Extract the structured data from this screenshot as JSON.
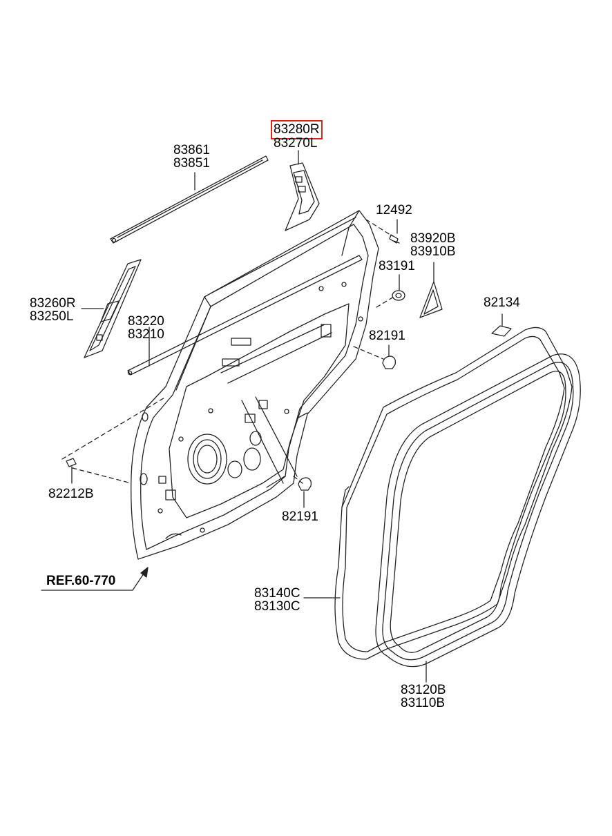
{
  "labels": {
    "p83280R": "83280R",
    "p83270L": "83270L",
    "p83861": "83861",
    "p83851": "83851",
    "p12492": "12492",
    "p83920B": "83920B",
    "p83910B": "83910B",
    "p83191": "83191",
    "p83260R": "83260R",
    "p83250L": "83250L",
    "p83220": "83220",
    "p83210": "83210",
    "p82134": "82134",
    "p82191a": "82191",
    "p82191b": "82191",
    "p82212B": "82212B",
    "ref": "REF.60-770",
    "p83140C": "83140C",
    "p83130C": "83130C",
    "p83120B": "83120B",
    "p83110B": "83110B"
  },
  "highlight_color": "#e0201b"
}
